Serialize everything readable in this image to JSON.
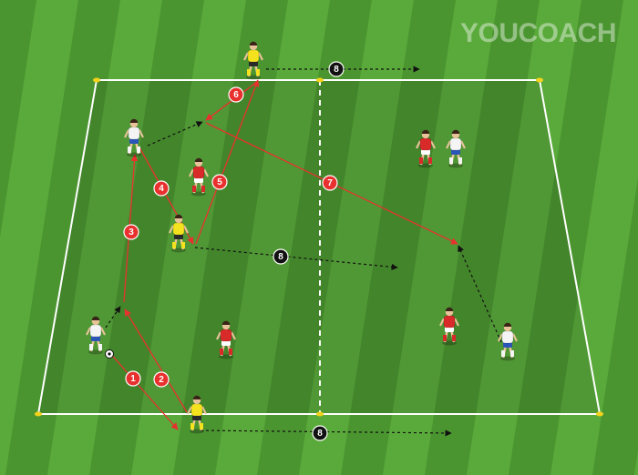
{
  "brand": {
    "logo_text": "YOUCOACH"
  },
  "colors": {
    "grass_light": "#5aaa3b",
    "grass_dark": "#4b9530",
    "pass": "#e8312e",
    "run": "#111111",
    "team_yellow": "#f3e21d",
    "team_red": "#d92a2a",
    "team_white": "#f4f4f4",
    "ball": "#ffffff"
  },
  "markers": [
    {
      "label": "1",
      "kind": "pass"
    },
    {
      "label": "2",
      "kind": "pass"
    },
    {
      "label": "3",
      "kind": "pass"
    },
    {
      "label": "4",
      "kind": "pass"
    },
    {
      "label": "5",
      "kind": "pass"
    },
    {
      "label": "6",
      "kind": "pass"
    },
    {
      "label": "7",
      "kind": "pass"
    },
    {
      "label": "8",
      "kind": "run"
    },
    {
      "label": "8",
      "kind": "run"
    },
    {
      "label": "8",
      "kind": "run"
    }
  ],
  "players": [
    {
      "team": "yellow",
      "role": "top-wide"
    },
    {
      "team": "white",
      "role": "top-left"
    },
    {
      "team": "red",
      "role": "left-centre"
    },
    {
      "team": "yellow",
      "role": "central"
    },
    {
      "team": "red",
      "role": "right-top"
    },
    {
      "team": "white",
      "role": "right-top"
    },
    {
      "team": "white",
      "role": "bottom-left"
    },
    {
      "team": "red",
      "role": "left-bottom"
    },
    {
      "team": "yellow",
      "role": "bottom-wide"
    },
    {
      "team": "red",
      "role": "right-bottom"
    },
    {
      "team": "white",
      "role": "right-bottom"
    }
  ]
}
